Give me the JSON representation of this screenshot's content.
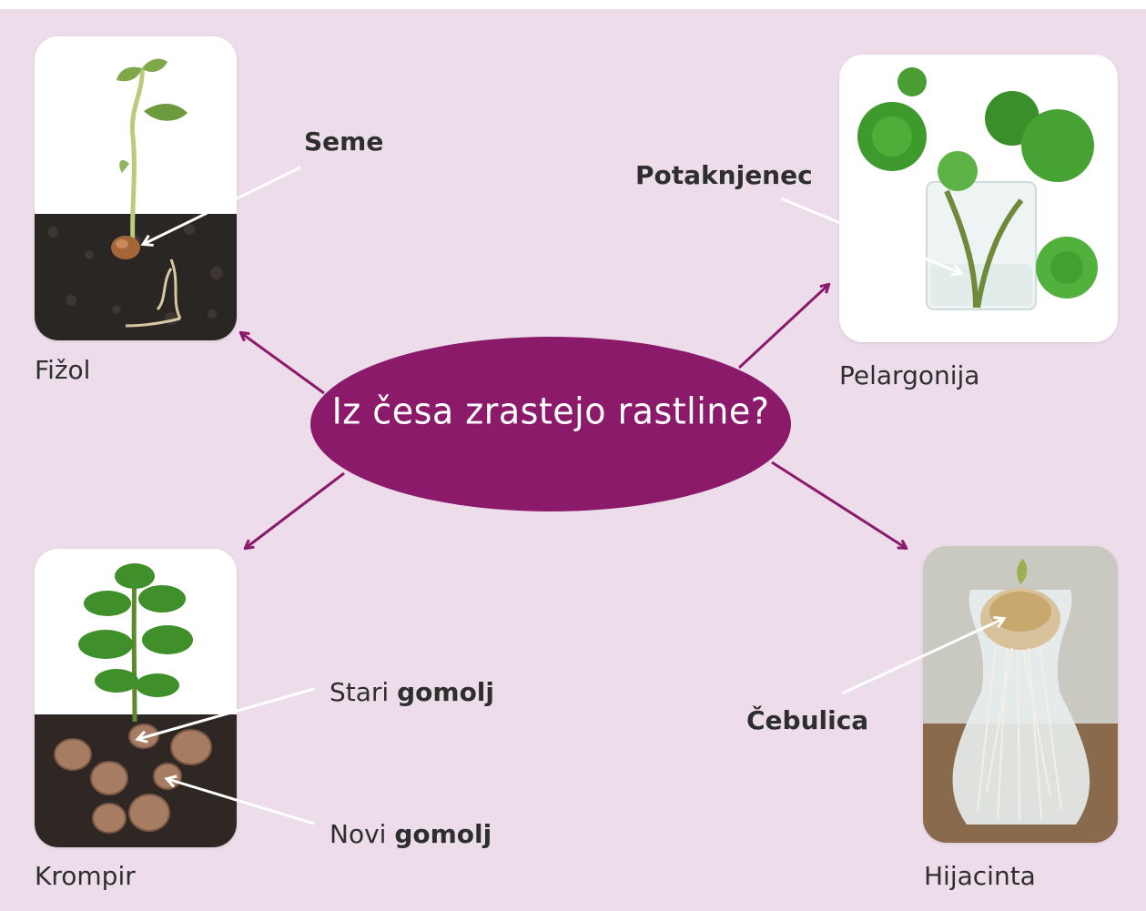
{
  "center": {
    "question": "Iz česa zrastejo rastline?"
  },
  "plants": {
    "fizol": {
      "name": "Fižol",
      "part": "Seme"
    },
    "pelargonija": {
      "name": "Pelargonija",
      "part": "Potaknjenec"
    },
    "krompir": {
      "name": "Krompir",
      "old_prefix": "Stari",
      "old_part": "gomolj",
      "new_prefix": "Novi",
      "new_part": "gomolj"
    },
    "hijacinta": {
      "name": "Hijacinta",
      "part": "Čebulica"
    }
  },
  "colors": {
    "background": "#eddcea",
    "accent": "#8b1a6b",
    "arrow": "#8b1a6b"
  }
}
